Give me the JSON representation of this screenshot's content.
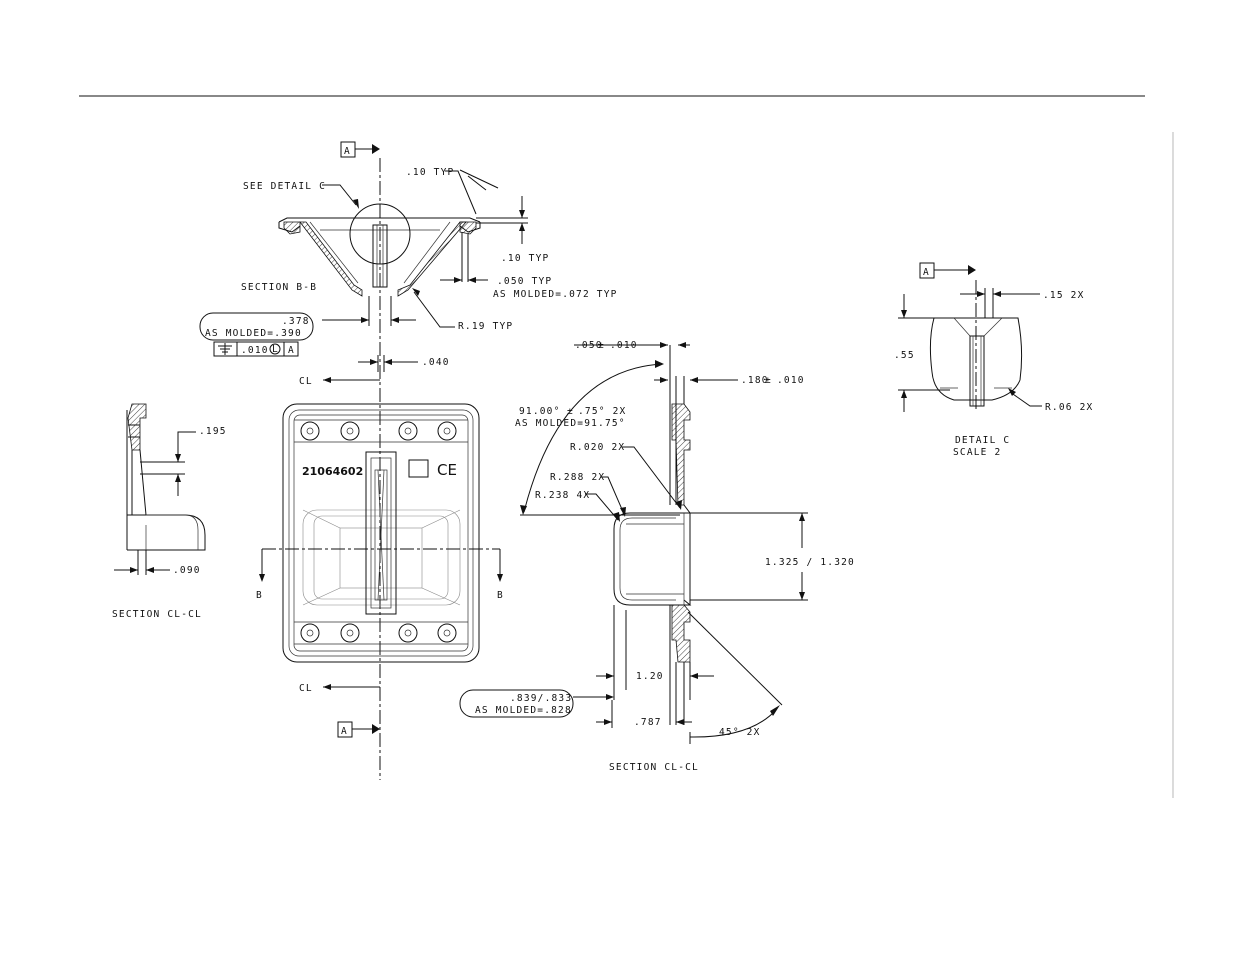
{
  "labels": {
    "datum_a": "A",
    "see_detail_c": "SEE DETAIL C",
    "dim_10_typ_top": ".10 TYP",
    "dim_10_typ_mid": ".10 TYP",
    "dim_050_typ": ".050 TYP",
    "as_molded_072": "AS MOLDED=.072 TYP",
    "section_bb": "SECTION B-B",
    "r19_typ": "R.19 TYP",
    "dim_378": ".378",
    "as_molded_390": "AS MOLDED=.390",
    "fcf_value": ".010",
    "fcf_modifier": "L",
    "fcf_datum": "A",
    "dim_040": ".040",
    "cl_top": "CL",
    "cl_bottom": "CL",
    "part_number": "21064602",
    "ce_mark": "CE",
    "section_b_left": "B",
    "section_b_right": "B",
    "dim_195": ".195",
    "dim_090": ".090",
    "section_clcl_left": "SECTION CL-CL",
    "dim_050_010": ".050",
    "pm1": "±",
    "dim_050_tol": ".010",
    "dim_180_010": ".180",
    "pm2": "±",
    "dim_180_tol": ".010",
    "angle_91": "91.00°",
    "pm3": "±",
    "angle_tol": ".75° 2X",
    "as_molded_91_75": "AS MOLDED=91.75°",
    "r020_2x": "R.020 2X",
    "r288_2x": "R.288 2X",
    "r238_4x": "R.238 4X",
    "dim_1325_1320": "1.325 / 1.320",
    "dim_120": "1.20",
    "dim_839_833": ".839/.833",
    "as_molded_828": "AS MOLDED=.828",
    "dim_787": ".787",
    "angle_45_2x": "45° 2X",
    "section_clcl_right": "SECTION CL-CL",
    "dim_15_2x": ".15 2X",
    "dim_55": ".55",
    "r06_2x": "R.06 2X",
    "detail_c": "DETAIL C",
    "scale_2": "SCALE 2"
  }
}
